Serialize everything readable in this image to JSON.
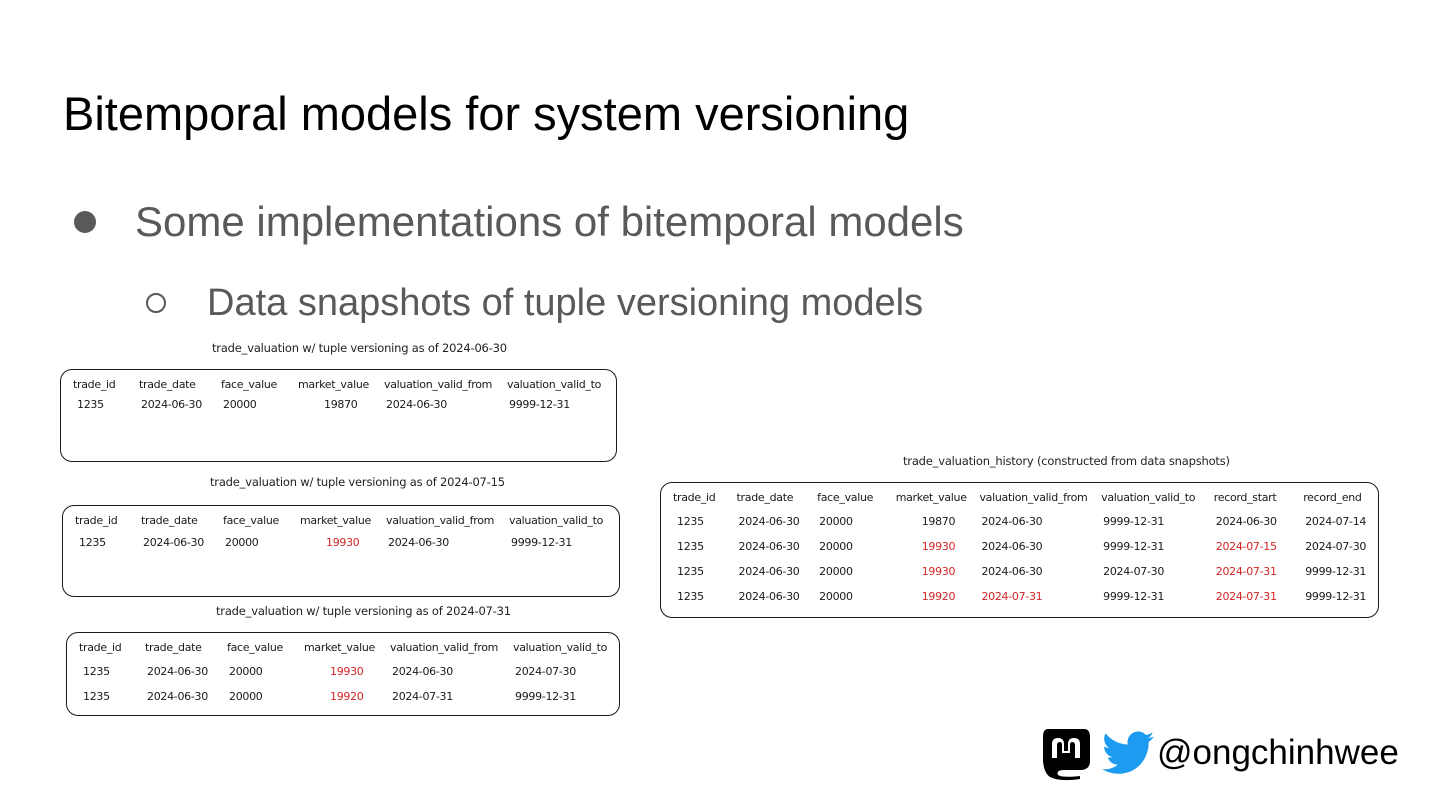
{
  "slide": {
    "title": "Bitemporal models for system versioning",
    "bullet1": "Some implementations of bitemporal models",
    "bullet2": "Data snapshots of tuple versioning models"
  },
  "tables": [
    {
      "caption": "trade_valuation w/ tuple versioning as of 2024-06-30",
      "headers": [
        "trade_id",
        "trade_date",
        "face_value",
        "market_value",
        "valuation_valid_from",
        "valuation_valid_to"
      ],
      "rows": [
        [
          {
            "v": "1235"
          },
          {
            "v": "2024-06-30"
          },
          {
            "v": "20000"
          },
          {
            "v": "19870"
          },
          {
            "v": "2024-06-30"
          },
          {
            "v": "9999-12-31"
          }
        ]
      ]
    },
    {
      "caption": "trade_valuation w/ tuple versioning as of 2024-07-15",
      "headers": [
        "trade_id",
        "trade_date",
        "face_value",
        "market_value",
        "valuation_valid_from",
        "valuation_valid_to"
      ],
      "rows": [
        [
          {
            "v": "1235"
          },
          {
            "v": "2024-06-30"
          },
          {
            "v": "20000"
          },
          {
            "v": "19930",
            "red": true
          },
          {
            "v": "2024-06-30"
          },
          {
            "v": "9999-12-31"
          }
        ]
      ]
    },
    {
      "caption": "trade_valuation w/ tuple versioning as of 2024-07-31",
      "headers": [
        "trade_id",
        "trade_date",
        "face_value",
        "market_value",
        "valuation_valid_from",
        "valuation_valid_to"
      ],
      "rows": [
        [
          {
            "v": "1235"
          },
          {
            "v": "2024-06-30"
          },
          {
            "v": "20000"
          },
          {
            "v": "19930",
            "red": true
          },
          {
            "v": "2024-06-30"
          },
          {
            "v": "2024-07-30"
          }
        ],
        [
          {
            "v": "1235"
          },
          {
            "v": "2024-06-30"
          },
          {
            "v": "20000"
          },
          {
            "v": "19920",
            "red": true
          },
          {
            "v": "2024-07-31"
          },
          {
            "v": "9999-12-31"
          }
        ]
      ]
    },
    {
      "caption": "trade_valuation_history (constructed from data snapshots)",
      "headers": [
        "trade_id",
        "trade_date",
        "face_value",
        "market_value",
        "valuation_valid_from",
        "valuation_valid_to",
        "record_start",
        "record_end"
      ],
      "rows": [
        [
          {
            "v": "1235"
          },
          {
            "v": "2024-06-30"
          },
          {
            "v": "20000"
          },
          {
            "v": "19870"
          },
          {
            "v": "2024-06-30"
          },
          {
            "v": "9999-12-31"
          },
          {
            "v": "2024-06-30"
          },
          {
            "v": "2024-07-14"
          }
        ],
        [
          {
            "v": "1235"
          },
          {
            "v": "2024-06-30"
          },
          {
            "v": "20000"
          },
          {
            "v": "19930",
            "red": true
          },
          {
            "v": "2024-06-30"
          },
          {
            "v": "9999-12-31"
          },
          {
            "v": "2024-07-15",
            "red": true
          },
          {
            "v": "2024-07-30"
          }
        ],
        [
          {
            "v": "1235"
          },
          {
            "v": "2024-06-30"
          },
          {
            "v": "20000"
          },
          {
            "v": "19930",
            "red": true
          },
          {
            "v": "2024-06-30"
          },
          {
            "v": "2024-07-30"
          },
          {
            "v": "2024-07-31",
            "red": true
          },
          {
            "v": "9999-12-31"
          }
        ],
        [
          {
            "v": "1235"
          },
          {
            "v": "2024-06-30"
          },
          {
            "v": "20000"
          },
          {
            "v": "19920",
            "red": true
          },
          {
            "v": "2024-07-31",
            "red": true
          },
          {
            "v": "9999-12-31"
          },
          {
            "v": "2024-07-31",
            "red": true
          },
          {
            "v": "9999-12-31"
          }
        ]
      ]
    }
  ],
  "footer": {
    "mastodon_icon": "mastodon-icon",
    "twitter_icon": "twitter-bird-icon",
    "handle": "@ongchinhwee"
  },
  "colors": {
    "highlight": "#d42525",
    "bullet_text": "#595959",
    "mastodon": "#000000",
    "twitter": "#1d9bf0"
  }
}
